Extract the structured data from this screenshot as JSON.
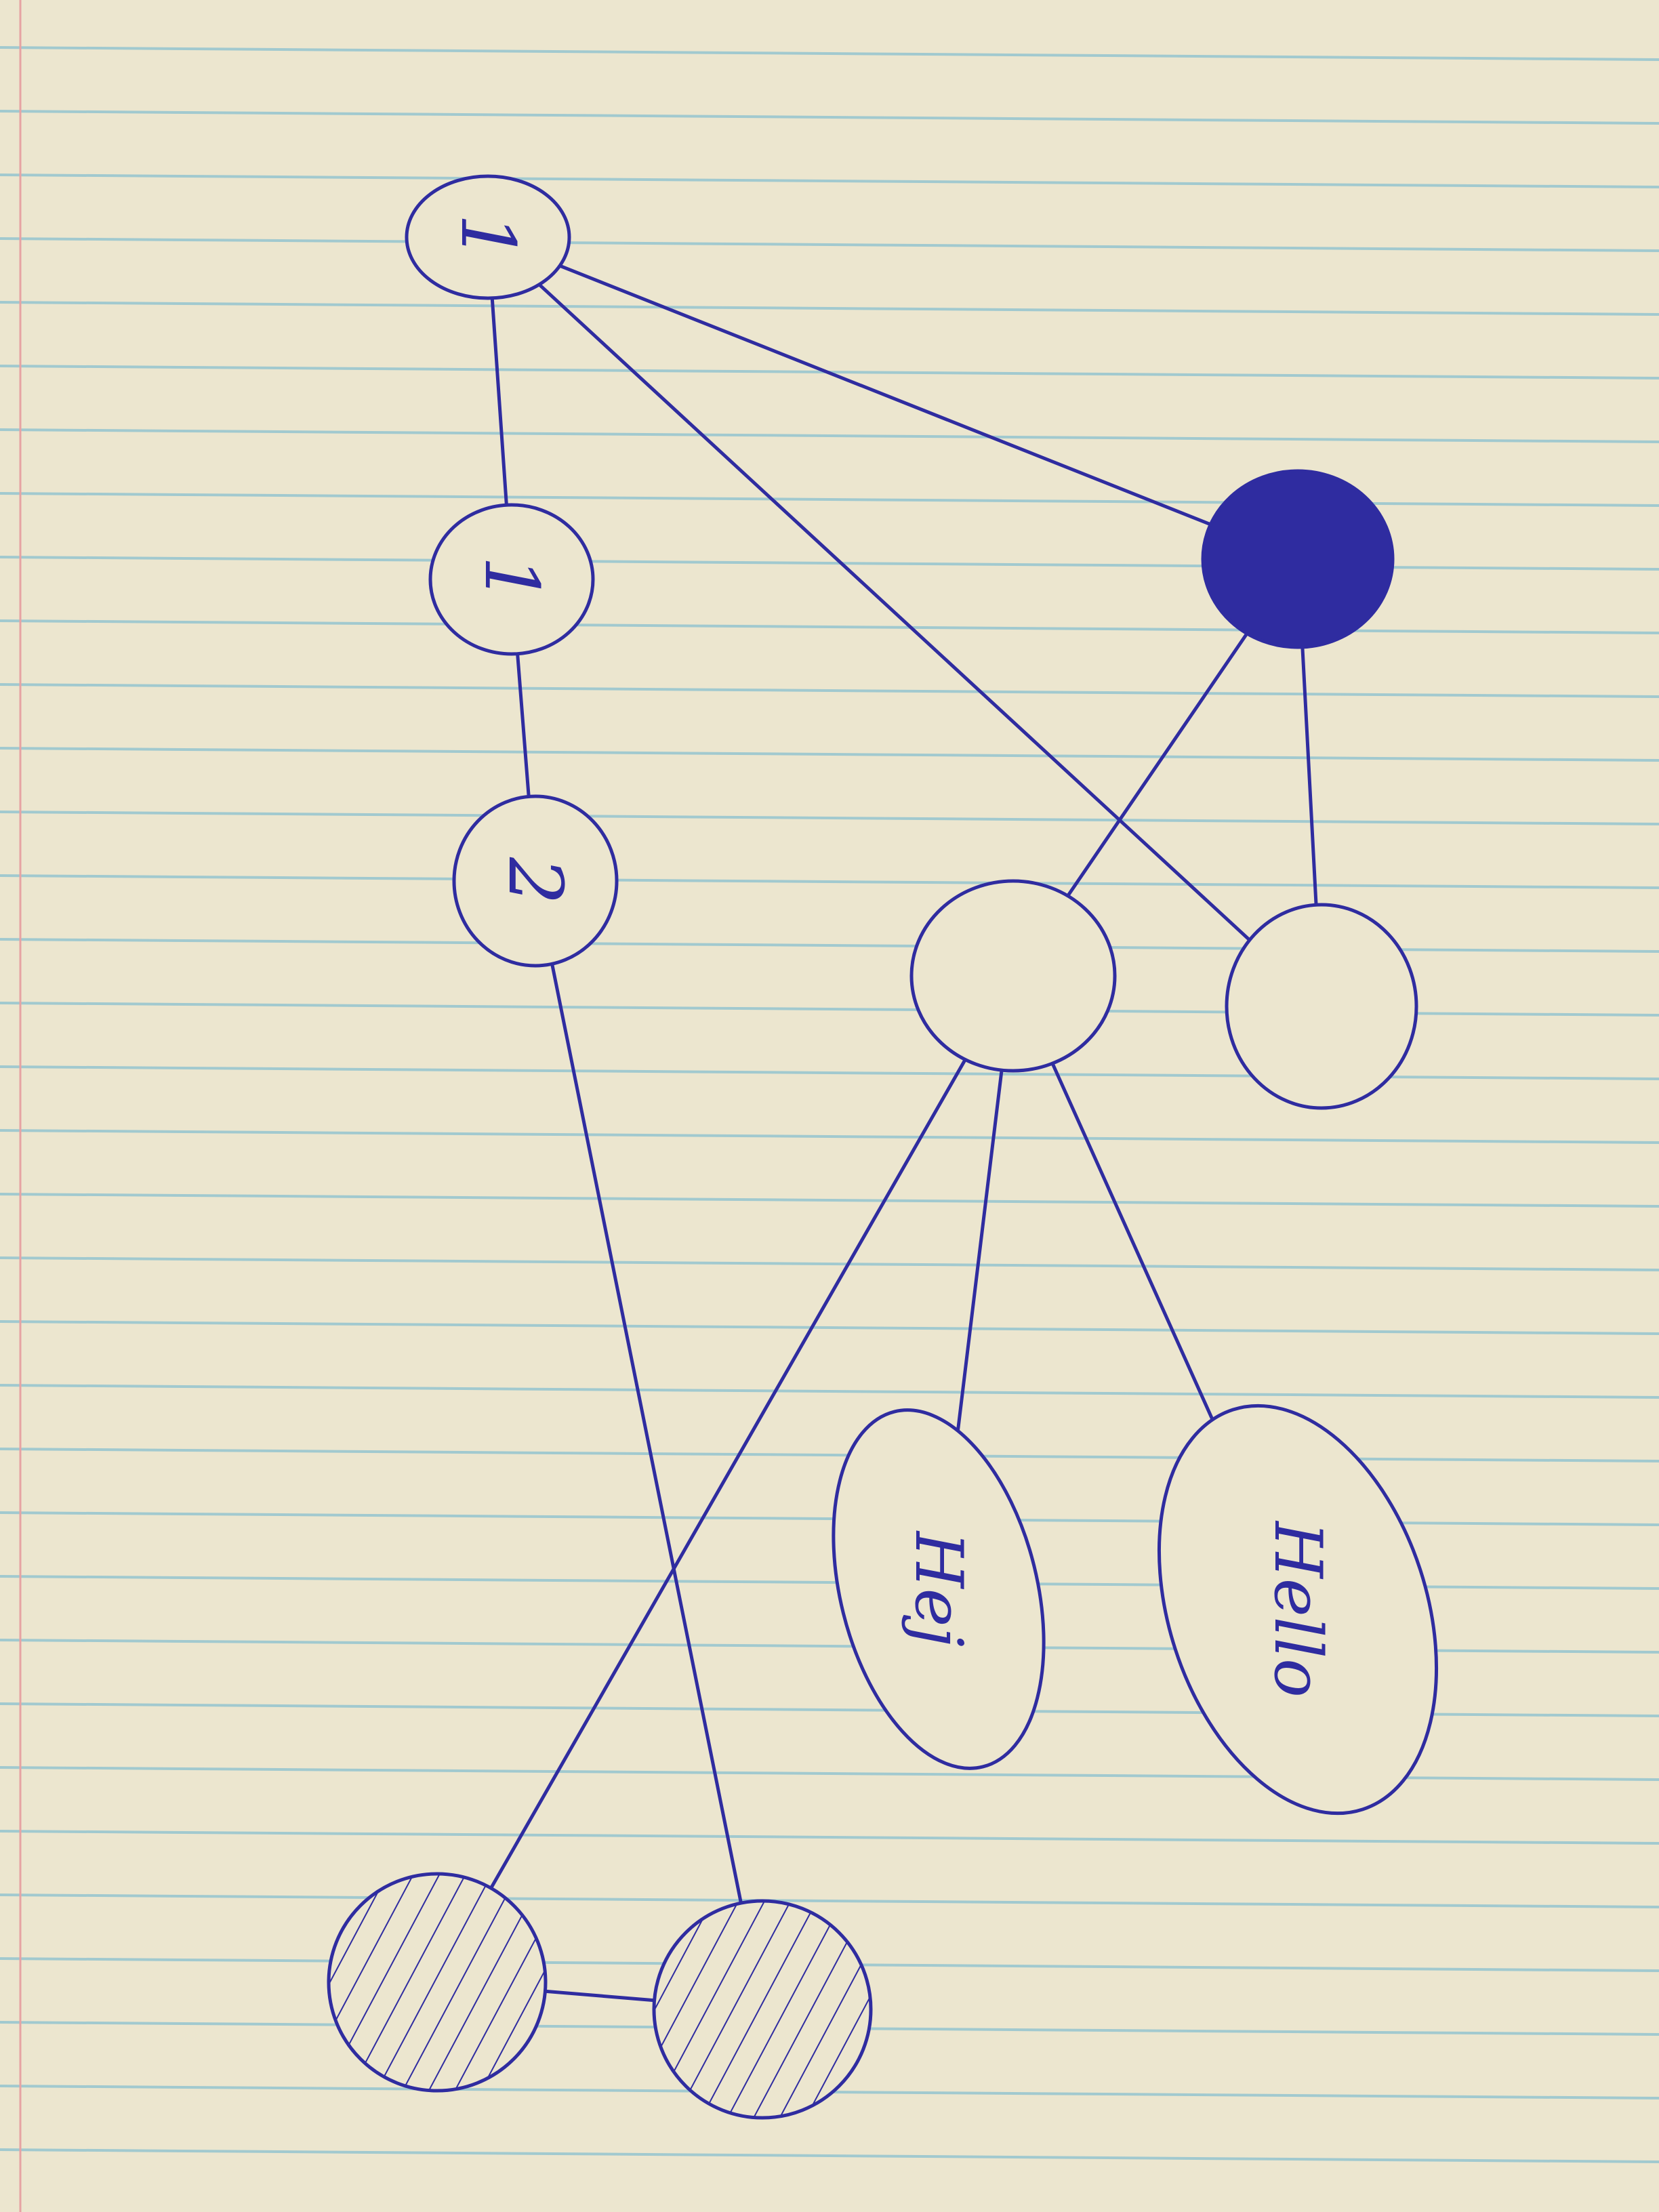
{
  "paper": {
    "kind": "ruled notebook paper",
    "background_color": "#ece6cf",
    "rule_color": "#8fc3cf",
    "margin_color": "#e6a3a3"
  },
  "ink_color": "#2f2ca0",
  "nodes": [
    {
      "id": "top-left",
      "label": "1",
      "fill": "none"
    },
    {
      "id": "left-middle",
      "label": "1",
      "fill": "none"
    },
    {
      "id": "left-lower",
      "label": "2",
      "fill": "none"
    },
    {
      "id": "filled-node",
      "label": "",
      "fill": "solid"
    },
    {
      "id": "middle-node",
      "label": "",
      "fill": "none"
    },
    {
      "id": "right-node",
      "label": "",
      "fill": "none"
    },
    {
      "id": "hej-node",
      "label": "Hej",
      "fill": "none"
    },
    {
      "id": "hello-node",
      "label": "Hello",
      "fill": "none"
    },
    {
      "id": "hatched-left",
      "label": "",
      "fill": "hatched"
    },
    {
      "id": "hatched-right",
      "label": "",
      "fill": "hatched"
    }
  ],
  "edges": [
    {
      "from": "top-left",
      "to": "left-middle"
    },
    {
      "from": "left-middle",
      "to": "left-lower"
    },
    {
      "from": "top-left",
      "to": "filled-node"
    },
    {
      "from": "top-left",
      "to": "right-node"
    },
    {
      "from": "filled-node",
      "to": "middle-node"
    },
    {
      "from": "filled-node",
      "to": "right-node"
    },
    {
      "from": "middle-node",
      "to": "hej-node"
    },
    {
      "from": "middle-node",
      "to": "hello-node"
    },
    {
      "from": "middle-node",
      "to": "hatched-left"
    },
    {
      "from": "left-lower",
      "to": "hatched-right"
    },
    {
      "from": "hatched-left",
      "to": "hatched-right"
    }
  ]
}
